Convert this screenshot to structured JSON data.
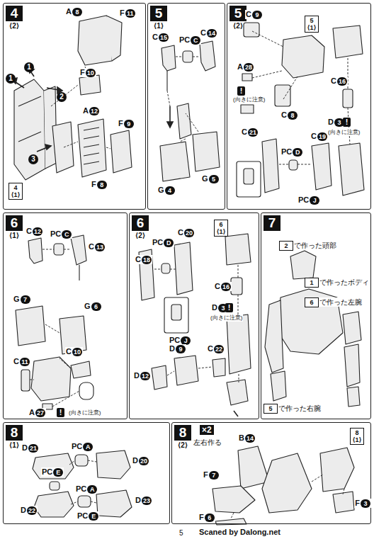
{
  "diagram": {
    "nodes": [
      {
        "text": [
          "4",
          "⟨2⟩"
        ]
      },
      {
        "text": [
          "5",
          "⟨1⟩"
        ]
      },
      {
        "text": [
          "5",
          "⟨2⟩"
        ]
      },
      {
        "text": [
          "6",
          "⟨1⟩"
        ]
      },
      {
        "text": [
          "6",
          "⟨2⟩"
        ]
      },
      {
        "text": [
          "7"
        ]
      },
      {
        "text": [
          "8",
          "⟨1⟩"
        ]
      },
      {
        "text": [
          "8",
          "⟨2⟩"
        ]
      }
    ],
    "labels": [
      "A8",
      "F11",
      "F10",
      "1",
      "1",
      "2",
      "3",
      "A12",
      "F9",
      "F8",
      "4 ⟨1⟩",
      "C15",
      "PCC",
      "C14",
      "G4",
      "G5",
      "C9",
      "5 ⟨1⟩",
      "A28",
      "!",
      "(向きに注意)",
      "C8",
      "C16",
      "D3",
      "!",
      "(向きに注意)",
      "C21",
      "PCD",
      "C19",
      "PCJ",
      "C12",
      "PCC",
      "C13",
      "G7",
      "G6",
      "C10",
      "C11",
      "A27",
      "!",
      "(向きに注意)",
      "C20",
      "PCD",
      "C18",
      "PCJ",
      "6 ⟨1⟩",
      "C16",
      "D3",
      "!",
      "(向きに注意)",
      "D9",
      "C22",
      "D12",
      "2",
      "で作った頭部",
      "1",
      "で作ったボディ",
      "6",
      "で作った左腕",
      "5",
      "で作った右腕",
      "D21",
      "PCA",
      "D20",
      "PCE",
      "PCA",
      "D23",
      "D22",
      "PCE",
      "×2",
      "左右作る",
      "B14",
      "F7",
      "F6",
      "8 ⟨1⟩",
      "F3",
      "5",
      "Scaned by Dalong.net"
    ]
  }
}
